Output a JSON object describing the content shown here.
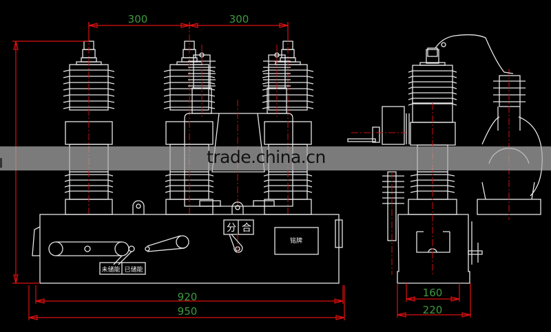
{
  "drawing": {
    "colors": {
      "background": "#000000",
      "outline": "#e8e8e8",
      "dimension_line": "#e01010",
      "dimension_text": "#3f9a3f"
    },
    "front_view": {
      "top_dimensions": [
        "300",
        "300"
      ],
      "bottom_dimensions": [
        "920",
        "950"
      ],
      "switch_labels": {
        "open": "分",
        "close": "合"
      },
      "nameplate_label": "铭牌",
      "storage_labels": {
        "not_charged": "未储能",
        "charged": "已储能"
      }
    },
    "side_view": {
      "bottom_dimensions": [
        "160",
        "220"
      ]
    },
    "watermark": "trade.china.cn"
  }
}
